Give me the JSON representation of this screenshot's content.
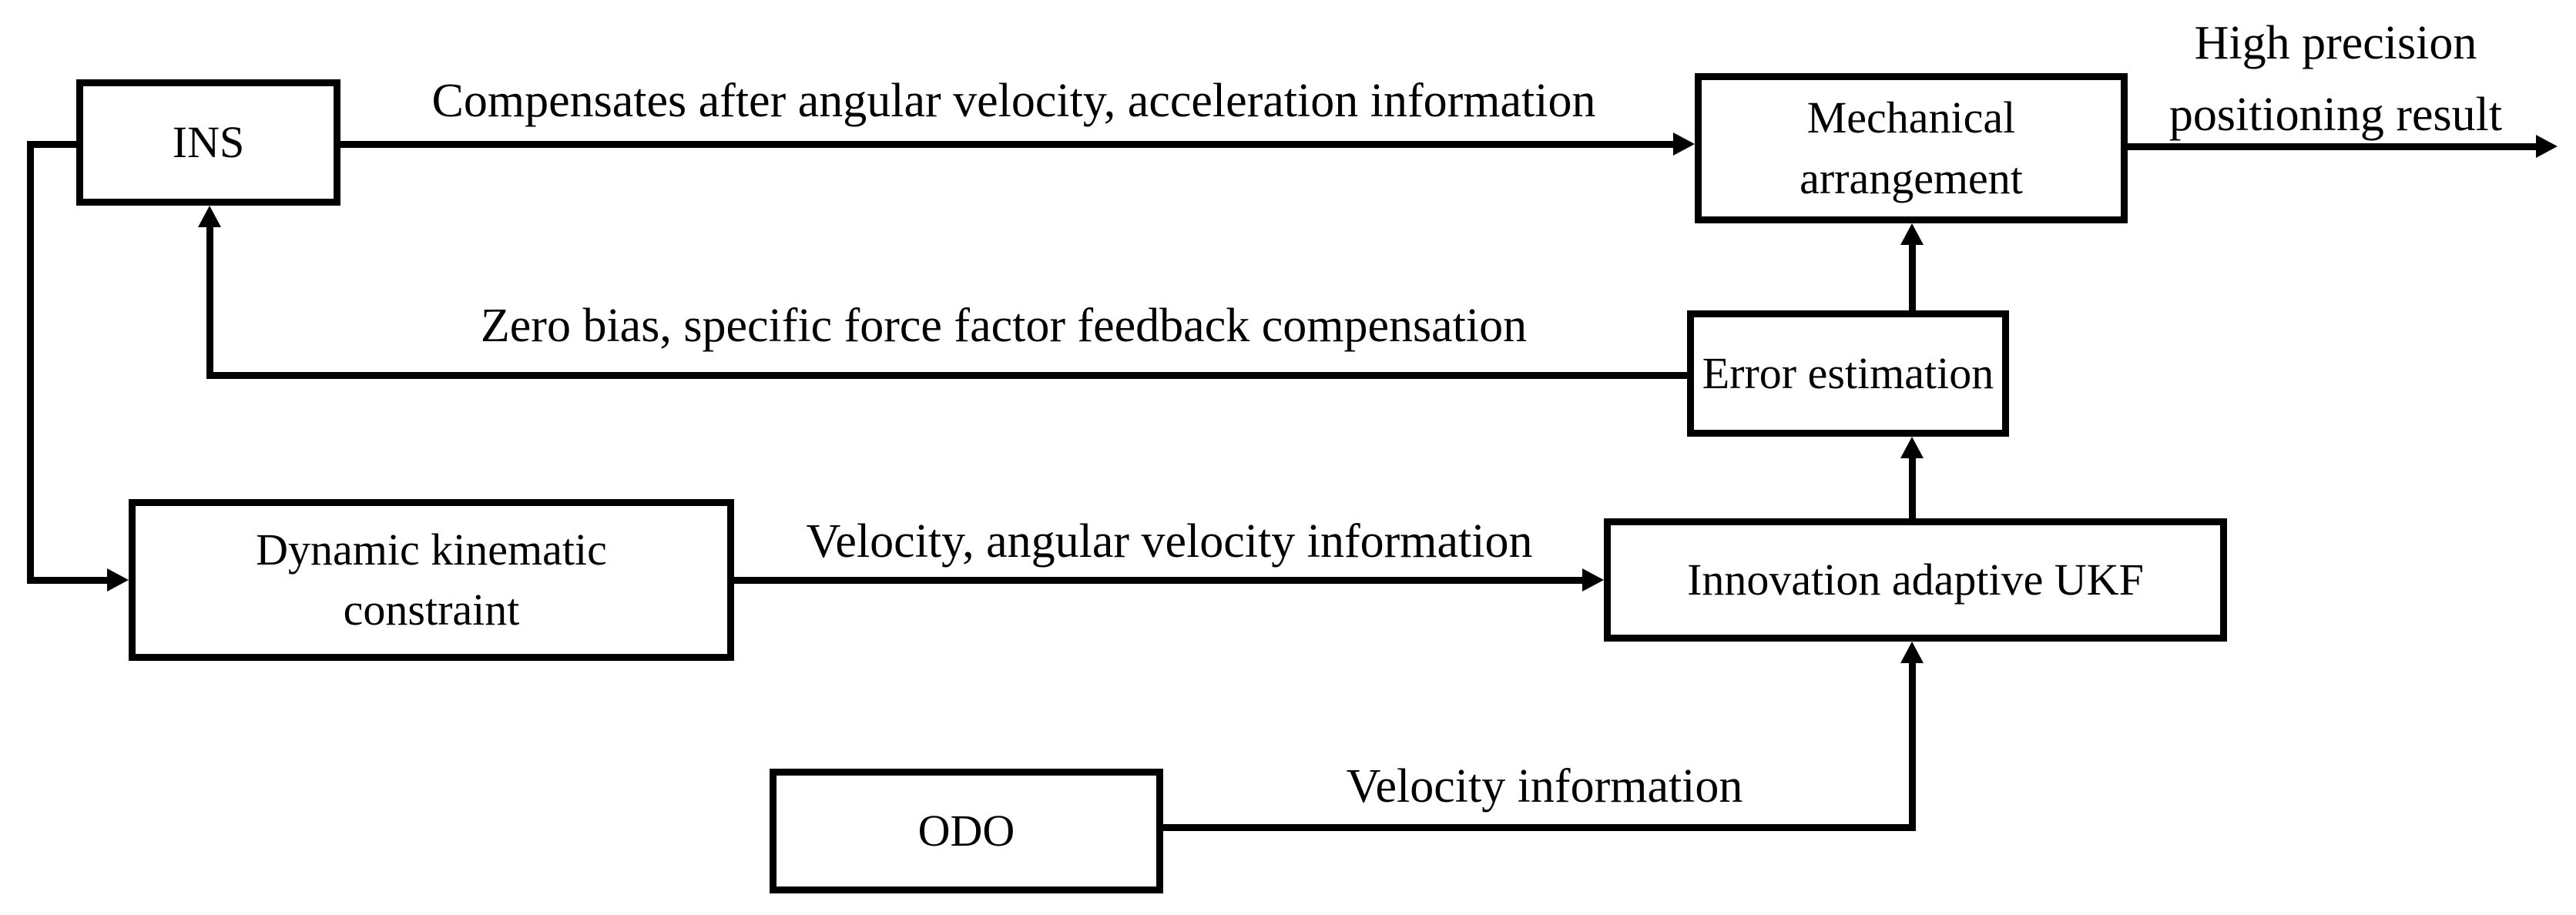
{
  "diagram": {
    "title_hint": "INS/ODO integrated navigation block diagram",
    "colors": {
      "line": "#000000",
      "background": "#ffffff",
      "text": "#000000"
    },
    "boxes": {
      "ins": {
        "label": "INS"
      },
      "mechanical": {
        "label": "Mechanical arrangement"
      },
      "error": {
        "label": "Error estimation"
      },
      "dynamic": {
        "label": "Dynamic kinematic constraint"
      },
      "ukf": {
        "label": "Innovation adaptive UKF"
      },
      "odo": {
        "label": "ODO"
      }
    },
    "edge_labels": {
      "compensates": "Compensates after angular velocity, acceleration information",
      "high_precision": "High precision positioning result",
      "zero_bias": "Zero bias, specific force factor feedback compensation",
      "velocity_angular": "Velocity, angular velocity information",
      "velocity_info": "Velocity information"
    }
  }
}
